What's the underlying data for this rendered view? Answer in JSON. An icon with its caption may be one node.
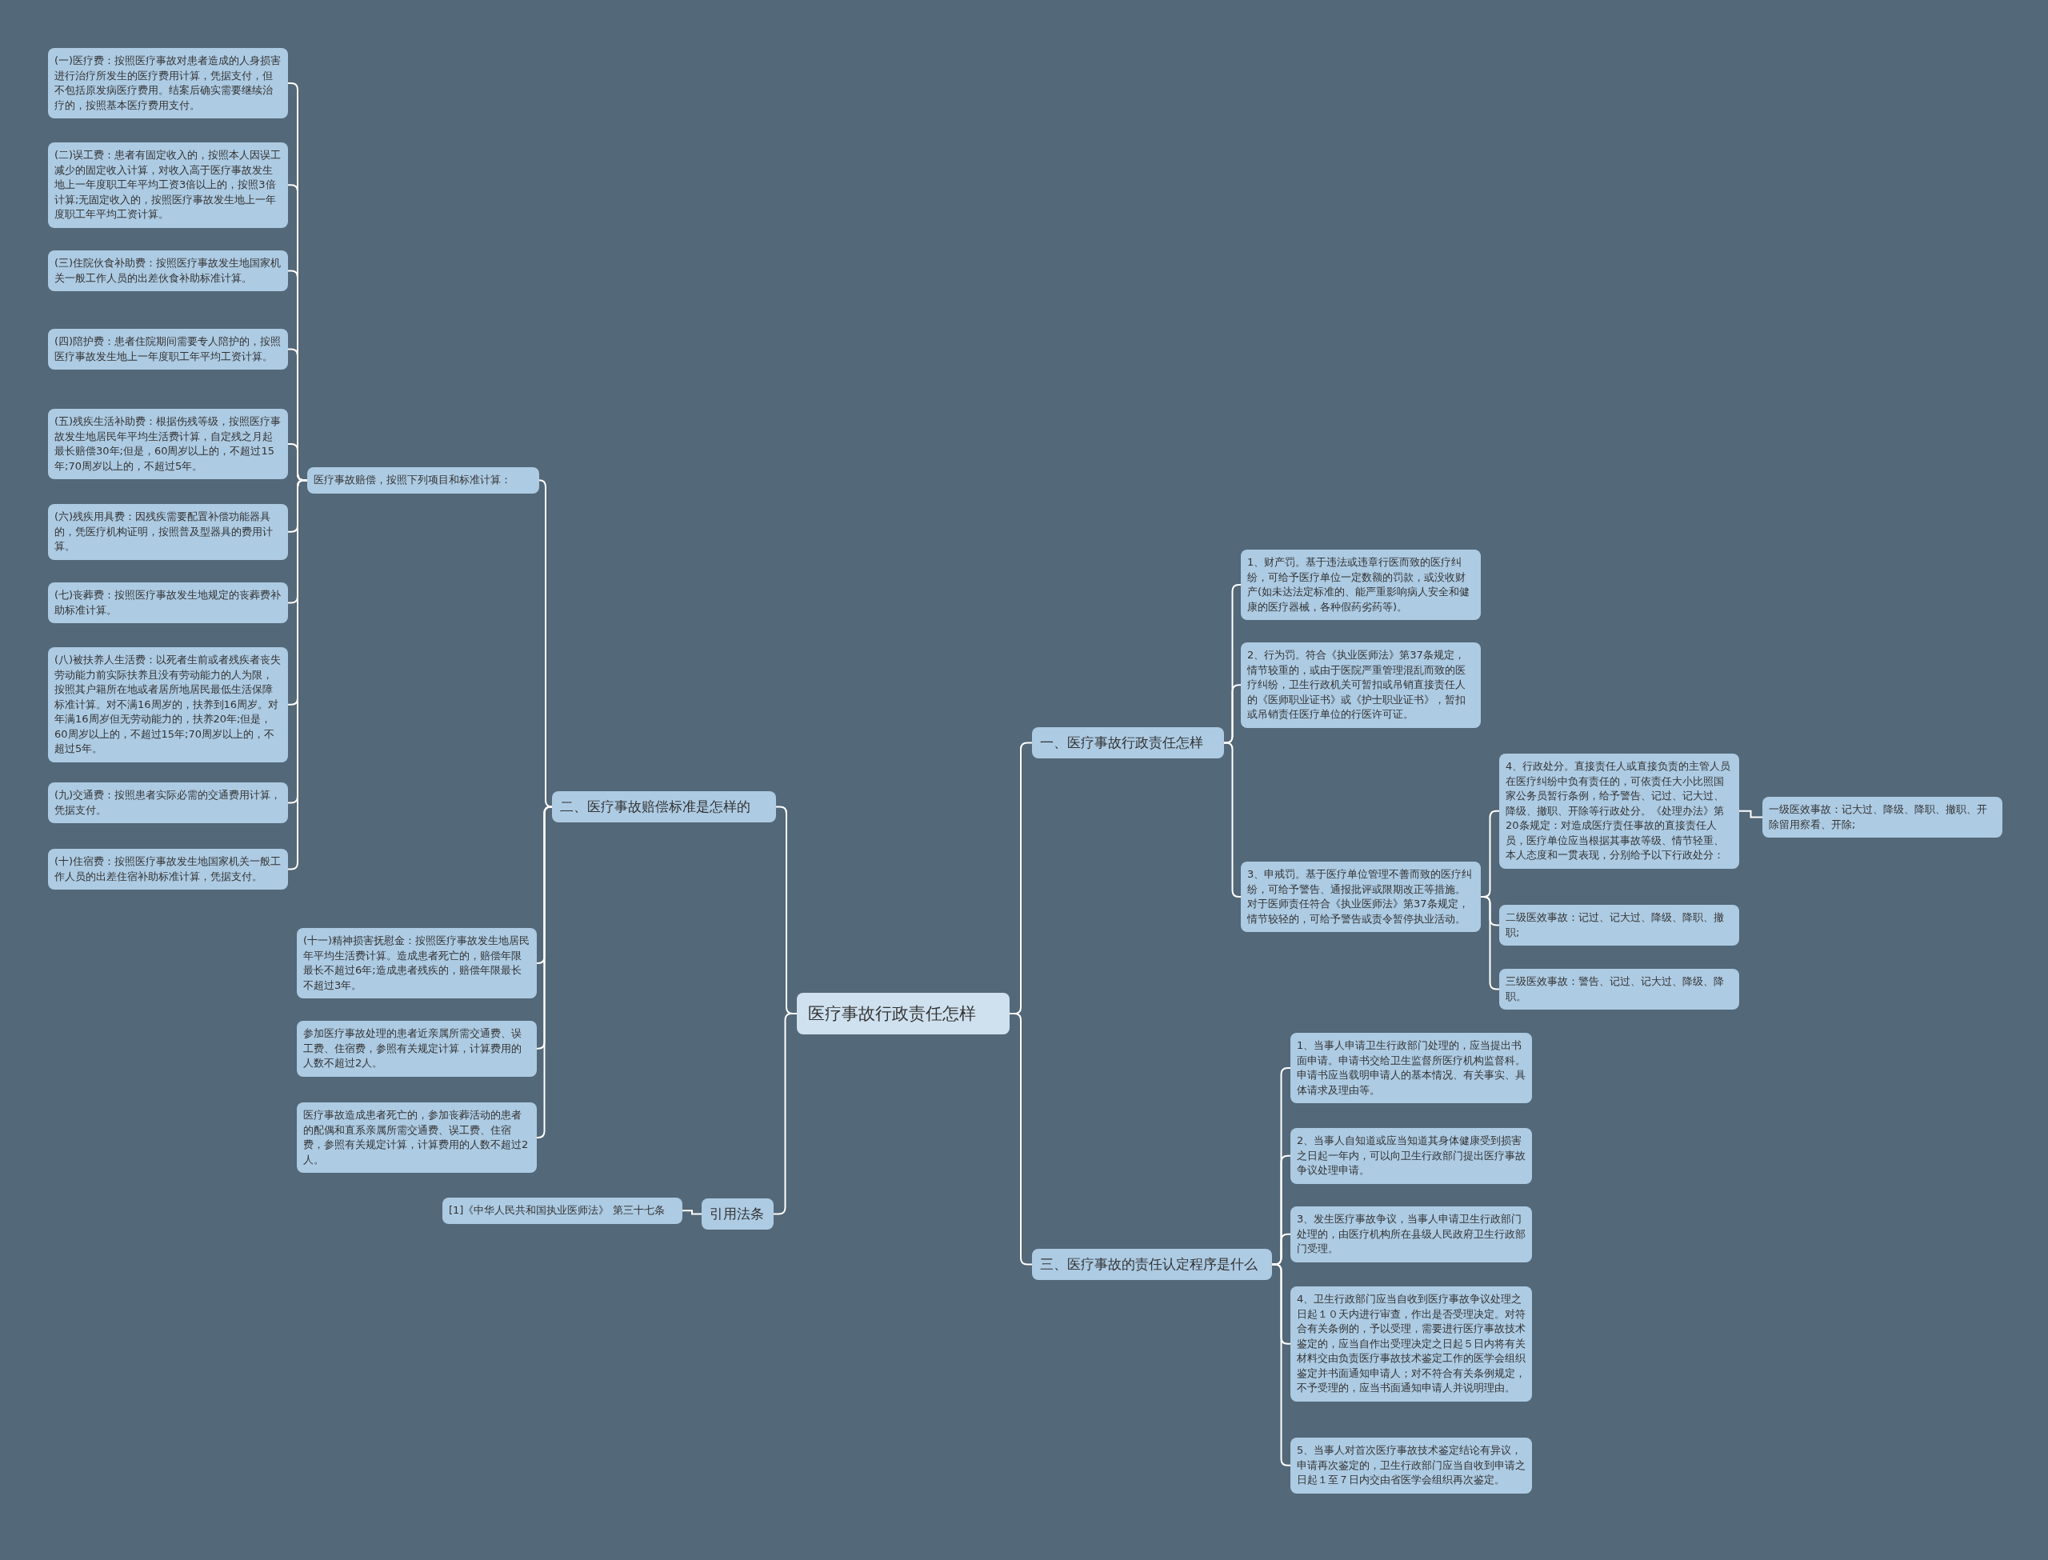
{
  "diagram": {
    "nodes": [
      {
        "text": [
          "医疗事故行政责任怎样"
        ]
      },
      {
        "text": [
          "一、医疗事故行政责任怎样"
        ]
      },
      {
        "text": [
          "1、财产罚。基于违法或违章行医而致的医疗纠纷，可给予医疗单位一定数额的罚款，或没收财产(如未达法定标准的、能严重影响病人安全和健康的医疗器械，各种假药劣药等)。"
        ]
      },
      {
        "text": [
          "2、行为罚。符合《执业医师法》第37条规定，情节较重的，或由于医院严重管理混乱而致的医疗纠纷，卫生行政机关可暂扣或吊销直接责任人的《医师职业证书》或《护士职业证书》，暂扣或吊销责任医疗单位的行医许可证。"
        ]
      },
      {
        "text": [
          "3、申戒罚。基于医疗单位管理不善而致的医疗纠纷，可给予警告、通报批评或限期改正等措施。对于医师责任符合《执业医师法》第37条规定，情节较轻的，可给予警告或责令暂停执业活动。"
        ]
      },
      {
        "text": [
          "4、行政处分。直接责任人或直接负责的主管人员在医疗纠纷中负有责任的，可依责任大小比照国家公务员暂行条例，给予警告、记过、记大过、降级、撤职、开除等行政处分。《处理办法》第20条规定：对造成医疗责任事故的直接责任人员，医疗单位应当根据其事故等级、情节轻重、本人态度和一贯表现，分别给予以下行政处分："
        ]
      },
      {
        "text": [
          "一级医效事故：记大过、降级、降职、撤职、开除留用察看、开除;"
        ]
      },
      {
        "text": [
          "二级医效事故：记过、记大过、降级、降职、撤职;"
        ]
      },
      {
        "text": [
          "三级医效事故：警告、记过、记大过、降级、降职。"
        ]
      },
      {
        "text": [
          "三、医疗事故的责任认定程序是什么"
        ]
      },
      {
        "text": [
          "1、当事人申请卫生行政部门处理的，应当提出书面申请。申请书交给卫生监督所医疗机构监督科。申请书应当载明申请人的基本情况、有关事实、具体请求及理由等。"
        ]
      },
      {
        "text": [
          "2、当事人自知道或应当知道其身体健康受到损害之日起一年内，可以向卫生行政部门提出医疗事故争议处理申请。"
        ]
      },
      {
        "text": [
          "3、发生医疗事故争议，当事人申请卫生行政部门处理的，由医疗机构所在县级人民政府卫生行政部门受理。"
        ]
      },
      {
        "text": [
          "4、卫生行政部门应当自收到医疗事故争议处理之日起１０天内进行审查，作出是否受理决定。对符合有关条例的，予以受理，需要进行医疗事故技术鉴定的，应当自作出受理决定之日起５日内将有关材料交由负责医疗事故技术鉴定工作的医学会组织鉴定并书面通知申请人；对不符合有关条例规定，不予受理的，应当书面通知申请人并说明理由。"
        ]
      },
      {
        "text": [
          "5、当事人对首次医疗事故技术鉴定结论有异议，申请再次鉴定的，卫生行政部门应当自收到申请之日起１至７日内交由省医学会组织再次鉴定。"
        ]
      },
      {
        "text": [
          "二、医疗事故赔偿标准是怎样的"
        ]
      },
      {
        "text": [
          "医疗事故赔偿，按照下列项目和标准计算："
        ]
      },
      {
        "text": [
          "(一)医疗费：按照医疗事故对患者造成的人身损害进行治疗所发生的医疗费用计算，凭据支付，但不包括原发病医疗费用。结案后确实需要继续治疗的，按照基本医疗费用支付。"
        ]
      },
      {
        "text": [
          "(二)误工费：患者有固定收入的，按照本人因误工减少的固定收入计算，对收入高于医疗事故发生地上一年度职工年平均工资3倍以上的，按照3倍计算;无固定收入的，按照医疗事故发生地上一年度职工年平均工资计算。"
        ]
      },
      {
        "text": [
          "(三)住院伙食补助费：按照医疗事故发生地国家机关一般工作人员的出差伙食补助标准计算。"
        ]
      },
      {
        "text": [
          "(四)陪护费：患者住院期间需要专人陪护的，按照医疗事故发生地上一年度职工年平均工资计算。"
        ]
      },
      {
        "text": [
          "(五)残疾生活补助费：根据伤残等级，按照医疗事故发生地居民年平均生活费计算，自定残之月起最长赔偿30年;但是，60周岁以上的，不超过15年;70周岁以上的，不超过5年。"
        ]
      },
      {
        "text": [
          "(六)残疾用具费：因残疾需要配置补偿功能器具的，凭医疗机构证明，按照普及型器具的费用计算。"
        ]
      },
      {
        "text": [
          "(七)丧葬费：按照医疗事故发生地规定的丧葬费补助标准计算。"
        ]
      },
      {
        "text": [
          "(八)被扶养人生活费：以死者生前或者残疾者丧失劳动能力前实际扶养且没有劳动能力的人为限，按照其户籍所在地或者居所地居民最低生活保障标准计算。对不满16周岁的，扶养到16周岁。对年满16周岁但无劳动能力的，扶养20年;但是，60周岁以上的，不超过15年;70周岁以上的，不超过5年。"
        ]
      },
      {
        "text": [
          "(九)交通费：按照患者实际必需的交通费用计算，凭据支付。"
        ]
      },
      {
        "text": [
          "(十)住宿费：按照医疗事故发生地国家机关一般工作人员的出差住宿补助标准计算，凭据支付。"
        ]
      },
      {
        "text": [
          "(十一)精神损害抚慰金：按照医疗事故发生地居民年平均生活费计算。造成患者死亡的，赔偿年限最长不超过6年;造成患者残疾的，赔偿年限最长不超过3年。"
        ]
      },
      {
        "text": [
          "参加医疗事故处理的患者近亲属所需交通费、误工费、住宿费，参照有关规定计算，计算费用的人数不超过2人。"
        ]
      },
      {
        "text": [
          "医疗事故造成患者死亡的，参加丧葬活动的患者的配偶和直系亲属所需交通费、误工费、住宿费，参照有关规定计算，计算费用的人数不超过2人。"
        ]
      },
      {
        "text": [
          "引用法条"
        ]
      },
      {
        "text": [
          "[1]《中华人民共和国执业医师法》 第三十七条"
        ]
      }
    ],
    "edges": [
      {
        "from": 0,
        "to": 1,
        "arrow": "none"
      },
      {
        "from": 1,
        "to": 2,
        "arrow": "none"
      },
      {
        "from": 1,
        "to": 3,
        "arrow": "none"
      },
      {
        "from": 1,
        "to": 4,
        "arrow": "none"
      },
      {
        "from": 4,
        "to": 5,
        "arrow": "none"
      },
      {
        "from": 5,
        "to": 6,
        "arrow": "none"
      },
      {
        "from": 4,
        "to": 7,
        "arrow": "none"
      },
      {
        "from": 4,
        "to": 8,
        "arrow": "none"
      },
      {
        "from": 0,
        "to": 9,
        "arrow": "none"
      },
      {
        "from": 9,
        "to": 10,
        "arrow": "none"
      },
      {
        "from": 9,
        "to": 11,
        "arrow": "none"
      },
      {
        "from": 9,
        "to": 12,
        "arrow": "none"
      },
      {
        "from": 9,
        "to": 13,
        "arrow": "none"
      },
      {
        "from": 9,
        "to": 14,
        "arrow": "none"
      },
      {
        "from": 0,
        "to": 15,
        "arrow": "none"
      },
      {
        "from": 15,
        "to": 16,
        "arrow": "none"
      },
      {
        "from": 16,
        "to": 17,
        "arrow": "none"
      },
      {
        "from": 16,
        "to": 18,
        "arrow": "none"
      },
      {
        "from": 16,
        "to": 19,
        "arrow": "none"
      },
      {
        "from": 16,
        "to": 20,
        "arrow": "none"
      },
      {
        "from": 16,
        "to": 21,
        "arrow": "none"
      },
      {
        "from": 16,
        "to": 22,
        "arrow": "none"
      },
      {
        "from": 16,
        "to": 23,
        "arrow": "none"
      },
      {
        "from": 16,
        "to": 24,
        "arrow": "none"
      },
      {
        "from": 16,
        "to": 25,
        "arrow": "none"
      },
      {
        "from": 16,
        "to": 26,
        "arrow": "none"
      },
      {
        "from": 15,
        "to": 27,
        "arrow": "none"
      },
      {
        "from": 15,
        "to": 28,
        "arrow": "none"
      },
      {
        "from": 15,
        "to": 29,
        "arrow": "none"
      },
      {
        "from": 0,
        "to": 30,
        "arrow": "none"
      },
      {
        "from": 30,
        "to": 31,
        "arrow": "none"
      }
    ]
  }
}
